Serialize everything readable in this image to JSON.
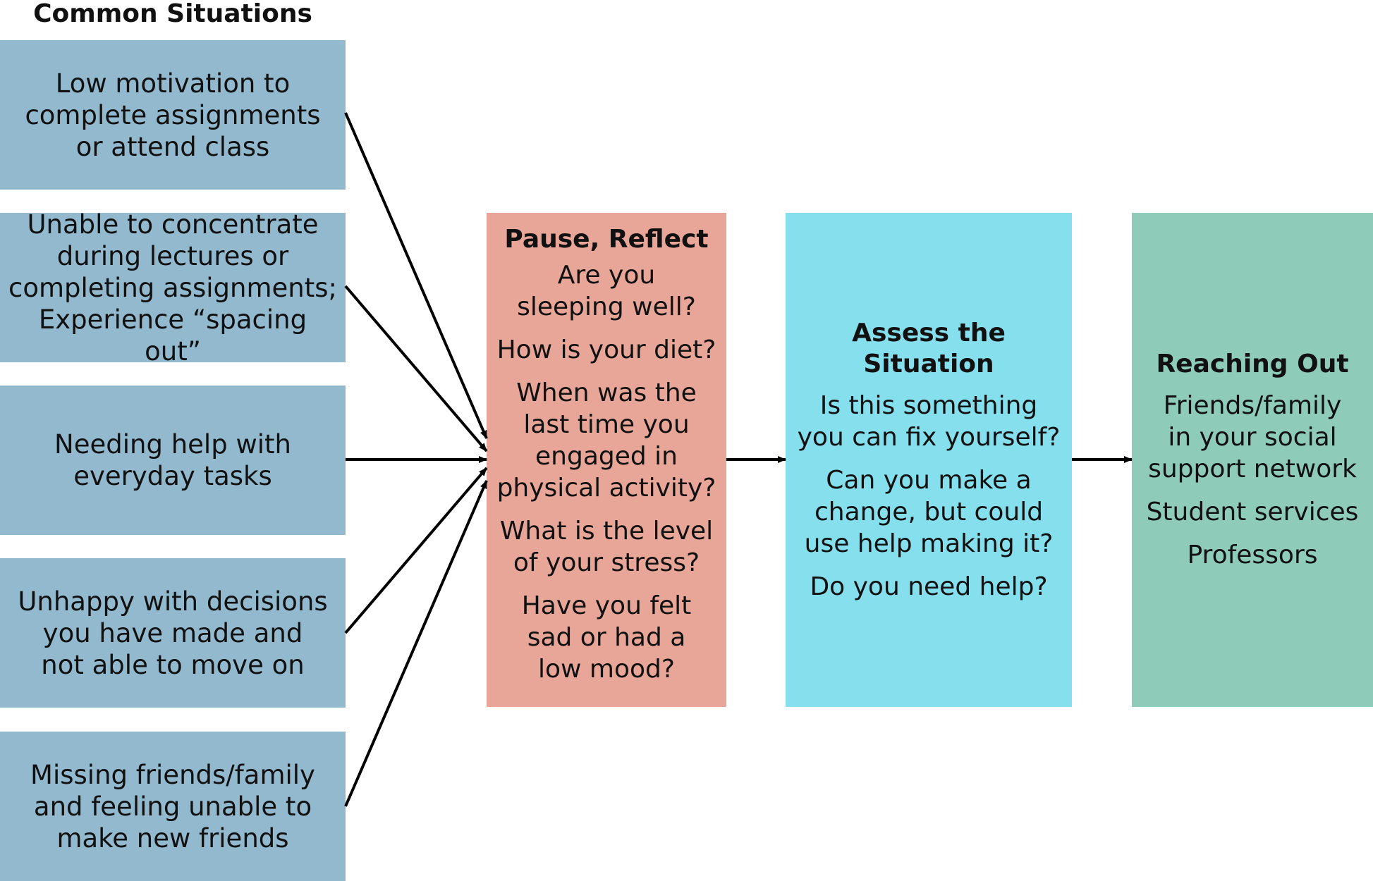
{
  "header": "Common Situations",
  "situations": [
    "Low motivation to\ncomplete assignments\nor attend class",
    "Unable to concentrate\nduring lectures or\ncompleting assignments;\nExperience “spacing out”",
    "Needing help with\neveryday tasks",
    "Unhappy with decisions\nyou have made and\nnot able to move on",
    "Missing friends/family\nand feeling unable to\nmake new friends"
  ],
  "reflect": {
    "title": "Pause, Reflect",
    "items": [
      "Are you\nsleeping well?",
      "How is your diet?",
      "When was the\nlast time you\nengaged in\nphysical activity?",
      "What is the level\nof your stress?",
      "Have you felt\nsad or had a\nlow mood?"
    ]
  },
  "assess": {
    "title": "Assess the Situation",
    "items": [
      "Is this something\nyou can fix yourself?",
      "Can you make a\nchange, but could\nuse help making it?",
      "Do you need help?"
    ]
  },
  "reach": {
    "title": "Reaching Out",
    "items": [
      "Friends/family\nin your social\nsupport network",
      "Student services",
      "Professors"
    ]
  },
  "colors": {
    "situation_box": "#93b9cf",
    "reflect_box": "#e8a699",
    "assess_box": "#86dfed",
    "reach_box": "#8ecbb9",
    "arrow": "#000000"
  }
}
